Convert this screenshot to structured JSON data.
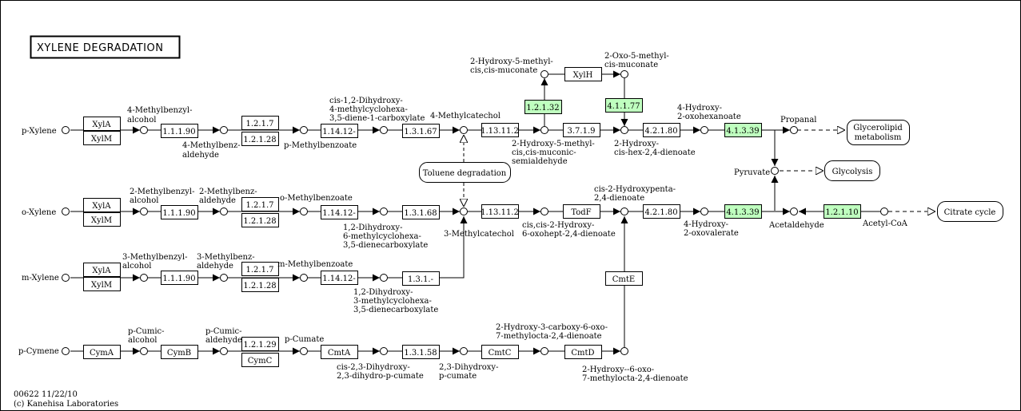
{
  "title": "XYLENE DEGRADATION",
  "footer": {
    "id_date": "00622 11/22/10",
    "copyright": "(c) Kanehisa Laboratories"
  },
  "colors": {
    "highlight_fill": "#bfffbf",
    "box_fill": "#ffffff",
    "line": "#000000"
  },
  "enzymes": {
    "xyla1": "XylA",
    "xylm1": "XylM",
    "e1_1_1_90a": "1.1.1.90",
    "e1_2_1_7a": "1.2.1.7",
    "e1_2_1_28a": "1.2.1.28",
    "e1_14_12a": "1.14.12-",
    "e1_3_1_67": "1.3.1.67",
    "e1_13_11_2a": "1.13.11.2",
    "e3_7_1_9": "3.7.1.9",
    "e4_2_1_80a": "4.2.1.80",
    "e4_1_3_39a": "4.1.3.39",
    "e1_2_1_32": "1.2.1.32",
    "xylh": "XylH",
    "e4_1_1_77": "4.1.1.77",
    "xyla2": "XylA",
    "xylm2": "XylM",
    "e1_1_1_90b": "1.1.1.90",
    "e1_2_1_7b": "1.2.1.7",
    "e1_2_1_28b": "1.2.1.28",
    "e1_14_12b": "1.14.12-",
    "e1_3_1_68": "1.3.1.68",
    "e1_13_11_2b": "1.13.11.2",
    "todf": "TodF",
    "e4_2_1_80b": "4.2.1.80",
    "e4_1_3_39b": "4.1.3.39",
    "e1_2_1_10": "1.2.1.10",
    "xyla3": "XylA",
    "xylm3": "XylM",
    "e1_1_1_90c": "1.1.1.90",
    "e1_2_1_7c": "1.2.1.7",
    "e1_2_1_28c": "1.2.1.28",
    "e1_14_12c": "1.14.12-",
    "e1_3_1_dash": "1.3.1.-",
    "cmte": "CmtE",
    "cyma": "CymA",
    "cymb": "CymB",
    "e1_2_1_29": "1.2.1.29",
    "cymc": "CymC",
    "cmta": "CmtA",
    "e1_3_1_58": "1.3.1.58",
    "cmtc": "CmtC",
    "cmtd": "CmtD"
  },
  "maps": {
    "glycerolipid": [
      "Glycerolipid",
      "metabolism"
    ],
    "glycolysis": "Glycolysis",
    "citrate": "Citrate cycle",
    "toluene": "Toluene degradation"
  },
  "compounds": {
    "p_xylene": "p-Xylene",
    "mb_alcohol_4": [
      "4-Methylbenzyl-",
      "alcohol"
    ],
    "mb_aldehyde_4": [
      "4-Methylbenz-",
      "aldehyde"
    ],
    "p_methylbenzoate": "p-Methylbenzoate",
    "dihydroxy_4": [
      "cis-1,2-Dihydroxy-",
      "4-methylcyclohexa-",
      "3,5-diene-1-carboxylate"
    ],
    "methylcatechol_4": "4-Methylcatechol",
    "hydroxy_methyl_muconate": [
      "2-Hydroxy-5-methyl-",
      "cis,cis-muconate"
    ],
    "oxo_methyl_muconate": [
      "2-Oxo-5-methyl-",
      "cis-muconate"
    ],
    "hydroxy_muconic_semialdehyde": [
      "2-Hydroxy-5-methyl-",
      "cis,cis-muconic-",
      "semialdehyde"
    ],
    "hydroxy_hex_dienoate": [
      "2-Hydroxy-",
      "cis-hex-2,4-dienoate"
    ],
    "hydroxy_oxohexanoate": [
      "4-Hydroxy-",
      "2-oxohexanoate"
    ],
    "propanal": "Propanal",
    "pyruvate": "Pyruvate",
    "o_xylene": "o-Xylene",
    "mb_alcohol_2": [
      "2-Methylbenzyl-",
      "alcohol"
    ],
    "mb_aldehyde_2": [
      "2-Methylbenz-",
      "aldehyde"
    ],
    "o_methylbenzoate": "o-Methylbenzoate",
    "dihydroxy_6": [
      "1,2-Dihydroxy-",
      "6-methylcyclohexa-",
      "3,5-dienecarboxylate"
    ],
    "methylcatechol_3": "3-Methylcatechol",
    "oxohept": [
      "cis,cis-2-Hydroxy-",
      "6-oxohept-2,4-dienoate"
    ],
    "hydroxypenta": [
      "cis-2-Hydroxypenta-",
      "2,4-dienoate"
    ],
    "hydroxy_oxovalerate": [
      "4-Hydroxy-",
      "2-oxovalerate"
    ],
    "acetaldehyde": "Acetaldehyde",
    "acetyl_coa": "Acetyl-CoA",
    "m_xylene": "m-Xylene",
    "mb_alcohol_3": [
      "3-Methylbenzyl-",
      "alcohol"
    ],
    "mb_aldehyde_3": [
      "3-Methylbenz-",
      "aldehyde"
    ],
    "m_methylbenzoate": "m-Methylbenzoate",
    "dihydroxy_3": [
      "1,2-Dihydroxy-",
      "3-methylcyclohexa-",
      "3,5-dienecarboxylate"
    ],
    "p_cymene": "p-Cymene",
    "p_cumic_alcohol": [
      "p-Cumic-",
      "alcohol"
    ],
    "p_cumic_aldehyde": [
      "p-Cumic-",
      "aldehyde"
    ],
    "p_cumate": "p-Cumate",
    "dihydro_p_cumate": [
      "cis-2,3-Dihydroxy-",
      "2,3-dihydro-p-cumate"
    ],
    "dihydroxy_p_cumate": [
      "2,3-Dihydroxy-",
      "p-cumate"
    ],
    "carboxy_oxo": [
      "2-Hydroxy-3-carboxy-6-oxo-",
      "7-methylocta-2,4-dienoate"
    ],
    "hydroxy_oxo_methylocta": [
      "2-Hydroxy--6-oxo-",
      "7-methylocta-2,4-dienoate"
    ]
  }
}
